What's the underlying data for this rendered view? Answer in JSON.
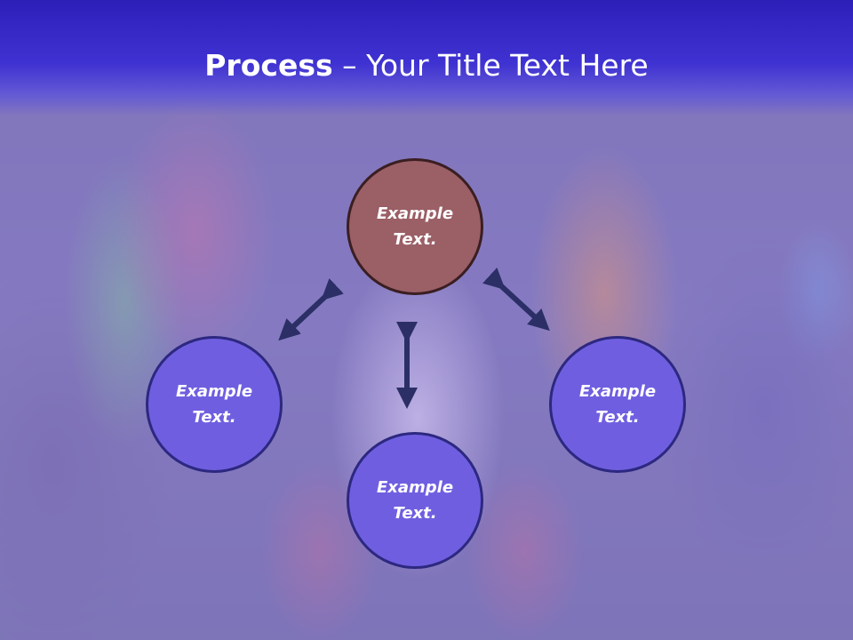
{
  "slide": {
    "title_bold": "Process",
    "title_rest": " – Your Title Text Here"
  },
  "colors": {
    "title_band": "#3a2ed0",
    "center_node_fill": "#9b5f66",
    "center_node_border": "#3a1e22",
    "outer_node_fill": "#6f5fe0",
    "outer_node_border": "#2d2880",
    "arrow": "#2b2f66"
  },
  "diagram": {
    "center_node": {
      "label": "Example\nText."
    },
    "left_node": {
      "label": "Example\nText."
    },
    "right_node": {
      "label": "Example\nText."
    },
    "bottom_node": {
      "label": "Example\nText."
    }
  }
}
